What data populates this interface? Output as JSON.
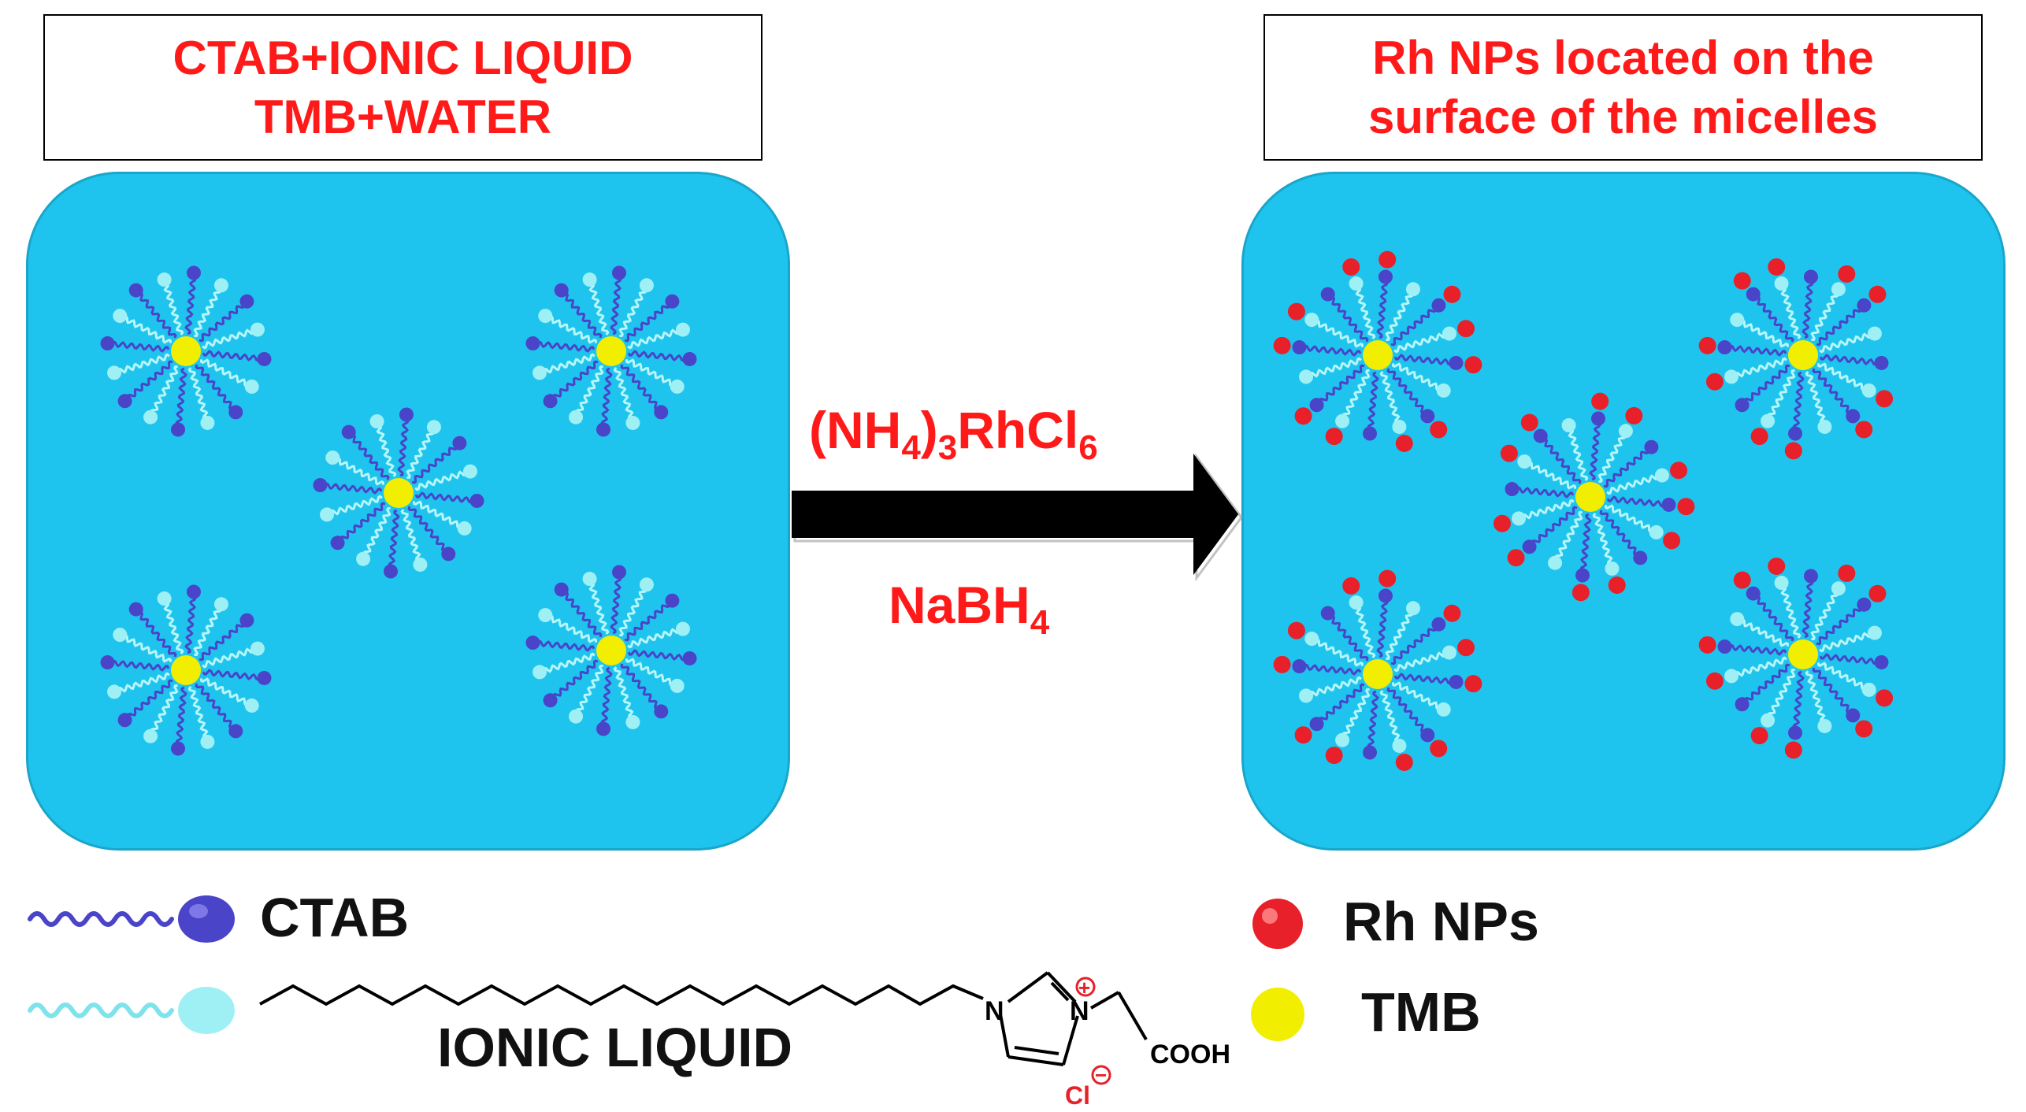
{
  "left_box": {
    "line1": "CTAB+IONIC LIQUID",
    "line2": "TMB+WATER"
  },
  "right_box": {
    "line1": "Rh NPs located on the",
    "line2": "surface of the micelles"
  },
  "reaction": {
    "reagent1": {
      "a": "(NH",
      "s1": "4",
      "b": ")",
      "s2": "3",
      "c": "RhCl",
      "s3": "6"
    },
    "reagent2": {
      "a": "NaBH",
      "s1": "4"
    }
  },
  "legend": {
    "ctab": "CTAB",
    "ionic_liquid": "IONIC  LIQUID",
    "rh_nps": "Rh NPs",
    "tmb": "TMB"
  },
  "structure_labels": {
    "n1": "N",
    "n2": "N",
    "plus": "+",
    "cooh": "COOH",
    "cl": "Cl",
    "minus": "−"
  },
  "colors": {
    "panel": "#1fc4ee",
    "ctab": "#4a44c8",
    "ionic_liquid": "#9ff0f5",
    "rh": "#e8202a",
    "tmb": "#f2ee00",
    "title_text": "#ff1a1a"
  }
}
